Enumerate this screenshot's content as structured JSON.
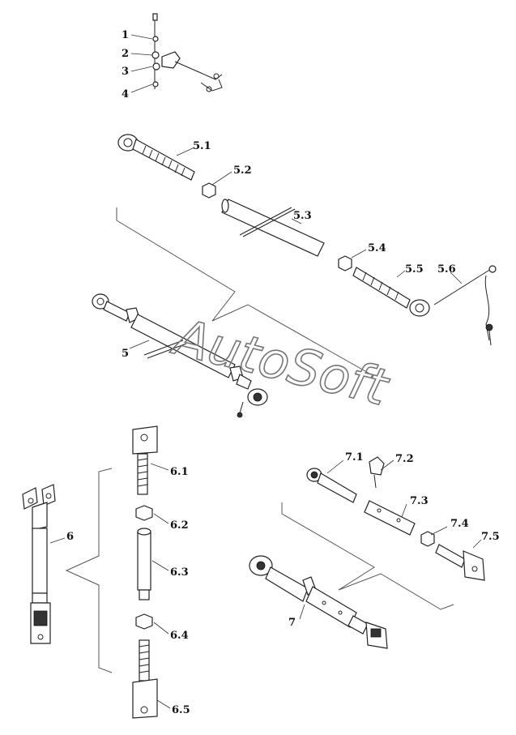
{
  "labels": {
    "l1": "1",
    "l2": "2",
    "l3": "3",
    "l4": "4",
    "l5": "5",
    "l5_1": "5.1",
    "l5_2": "5.2",
    "l5_3": "5.3",
    "l5_4": "5.4",
    "l5_5": "5.5",
    "l5_6": "5.6",
    "l6": "6",
    "l6_1": "6.1",
    "l6_2": "6.2",
    "l6_3": "6.3",
    "l6_4": "6.4",
    "l6_5": "6.5",
    "l7": "7",
    "l7_1": "7.1",
    "l7_2": "7.2",
    "l7_3": "7.3",
    "l7_4": "7.4",
    "l7_5": "7.5"
  },
  "watermark": "AutoSoft"
}
